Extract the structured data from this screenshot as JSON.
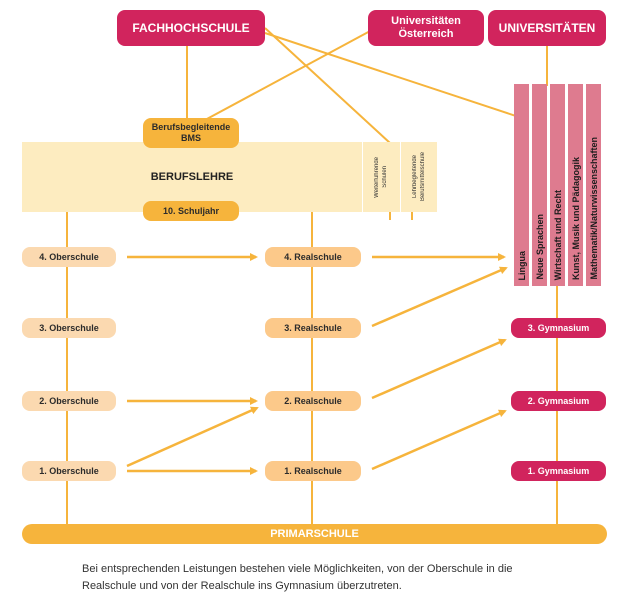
{
  "top": {
    "fachhochschule": "FACHHOCHSCHULE",
    "universitaeten_oesterreich_line1": "Universitäten",
    "universitaeten_oesterreich_line2": "Österreich",
    "universitaeten": "UNIVERSITÄTEN"
  },
  "berufsbms": {
    "line1": "Berufsbegleitende",
    "line2": "BMS"
  },
  "berufslehre": {
    "title": "BERUFSLEHRE",
    "col1_line1": "Weiterführende",
    "col1_line2": "Schulen",
    "col2_line1": "Lehrbegleitende",
    "col2_line2": "Berufsmittelschule"
  },
  "schuljahr": "10. Schuljahr",
  "oberschule": [
    "4. Oberschule",
    "3. Oberschule",
    "2. Oberschule",
    "1. Oberschule"
  ],
  "realschule": [
    "4. Realschule",
    "3. Realschule",
    "2. Realschule",
    "1. Realschule"
  ],
  "gymnasium": [
    "3. Gymnasium",
    "2. Gymnasium",
    "1. Gymnasium"
  ],
  "university_fields": [
    "Lingua",
    "Neue Sprachen",
    "Wirtschaft und Recht",
    "Kunst, Musik und Pädagogik",
    "Mathematik/Naturwissenschaften"
  ],
  "primarschule": "PRIMARSCHULE",
  "caption": {
    "line1": "Bei entsprechenden Leistungen bestehen viele Möglichkeiten, von der Oberschule in die",
    "line2": "Realschule und von der Realschule ins Gymnasium überzutreten."
  },
  "colors": {
    "pink": "#d1245d",
    "orange": "#f6b43c",
    "light_orange": "#fbd9b0",
    "beige": "#fdecc0",
    "column_pink": "#de7b8f"
  }
}
